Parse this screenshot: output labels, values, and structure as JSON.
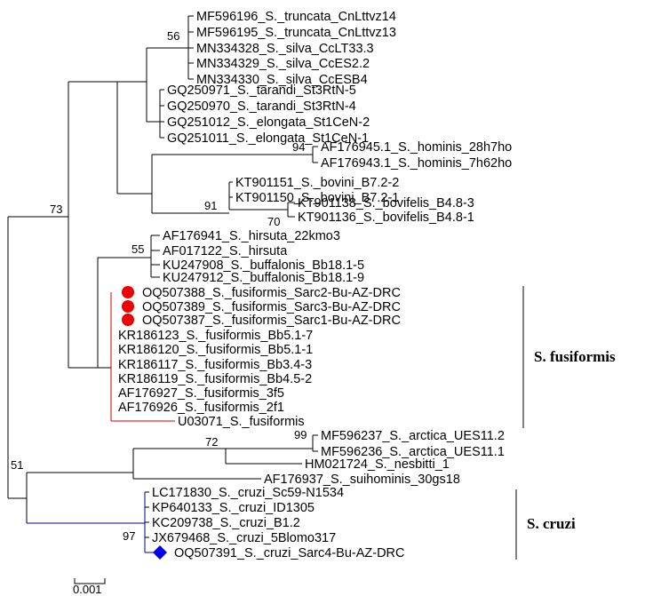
{
  "tree": {
    "colors": {
      "line": "#000000",
      "fusiformis_branch": "#cc0000",
      "cruzi_branch": "#000099",
      "circle_marker": "#ee0000",
      "diamond_marker": "#0000ee"
    },
    "leaves": [
      "MF596196_S._truncata_CnLttvz14",
      "MF596195_S._truncata_CnLttvz13",
      "MN334328_S._silva_CcLT33.3",
      "MN334329_S._silva_CcES2.2",
      "MN334330_S._silva_CcESB4",
      "GQ250971_S._tarandi_St3RtN-5",
      "GQ250970_S._tarandi_St3RtN-4",
      "GQ251012_S._elongata_St1CeN-2",
      "GQ251011_S._elongata_St1CeN-1",
      "AF176945.1_S._hominis_28h7ho",
      "AF176943.1_S._hominis_7h62ho",
      "KT901151_S._bovini_B7.2-2",
      "KT901150_S._bovini_B7.2-1",
      "KT901138_S._bovifelis_B4.8-3",
      "KT901136_S._bovifelis_B4.8-1",
      "AF176941_S._hirsuta_22kmo3",
      "AF017122_S._hirsuta",
      "KU247908_S._buffalonis_Bb18.1-5",
      "KU247912_S._buffalonis_Bb18.1-9",
      "OQ507388_S._fusiformis_Sarc2-Bu-AZ-DRC",
      "OQ507389_S._fusiformis_Sarc3-Bu-AZ-DRC",
      "OQ507387_S._fusiformis_Sarc1-Bu-AZ-DRC",
      "KR186123_S._fusiformis_Bb5.1-7",
      "KR186120_S._fusiformis_Bb5.1-1",
      "KR186117_S._fusiformis_Bb3.4-3",
      "KR186119_S._fusiformis_Bb4.5-2",
      "AF176927_S._fusiformis_3f5",
      "AF176926_S._fusiformis_2f1",
      "U03071_S._fusiformis",
      "MF596237_S._arctica_UES11.2",
      "MF596236_S._arctica_UES11.1",
      "HM021724_S._nesbitti_1",
      "AF176937_S._suihominis_30gs18",
      "LC171830_S._cruzi_Sc59-N1534",
      "KP640133_S._cruzi_ID1305",
      "KC209738_S._cruzi_B1.2",
      "JX679468_S._cruzi_5Blomo317",
      "OQ507391_S._cruzi_Sarc4-Bu-AZ-DRC"
    ],
    "bootstrap": {
      "truncata_silva": "56",
      "hominis": "94",
      "bovini_bovifelis": "91",
      "bovifelis": "70",
      "ruminant_group": "73",
      "hirsuta_buffalonis": "55",
      "arctica": "99",
      "arctica_nesbitti": "72",
      "outgroup": "51",
      "cruzi": "97"
    },
    "clades": {
      "fusiformis": "S. fusiformis",
      "cruzi": "S. cruzi"
    },
    "scale_bar": {
      "label": "0.001"
    }
  }
}
